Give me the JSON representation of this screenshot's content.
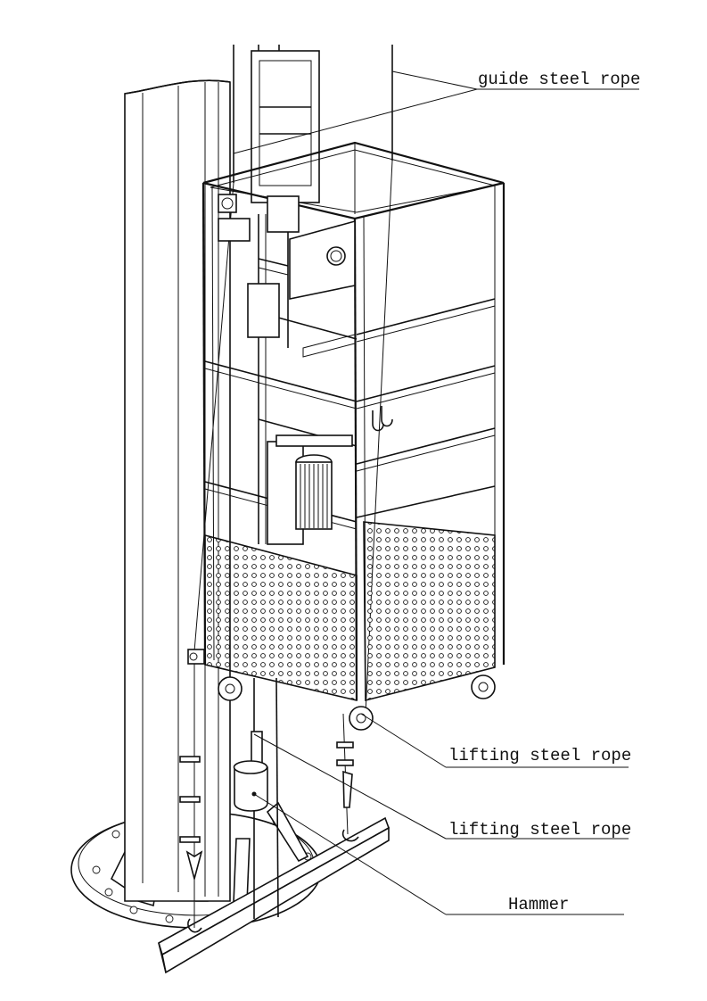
{
  "labels": {
    "guide_rope": "guide steel rope",
    "lifting_rope_1": "lifting steel rope",
    "lifting_rope_2": "lifting steel rope",
    "hammer": "Hammer"
  }
}
